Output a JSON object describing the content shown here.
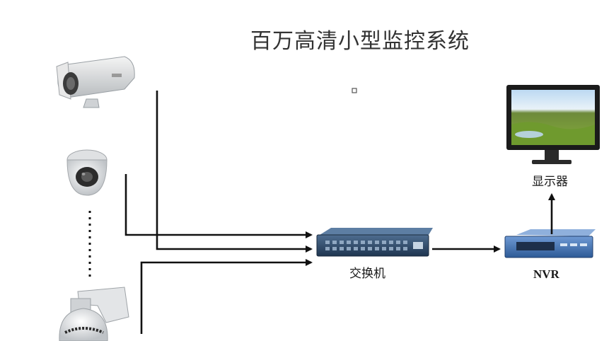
{
  "diagram": {
    "title": "百万高清小型监控系统",
    "switch_label": "交换机",
    "nvr_label": "NVR",
    "monitor_label": "显示器"
  },
  "colors": {
    "wire": "#111111",
    "switch_body": "#2e4a66",
    "nvr_body": "#3b6aa8",
    "monitor_frame": "#1b1b1b"
  }
}
